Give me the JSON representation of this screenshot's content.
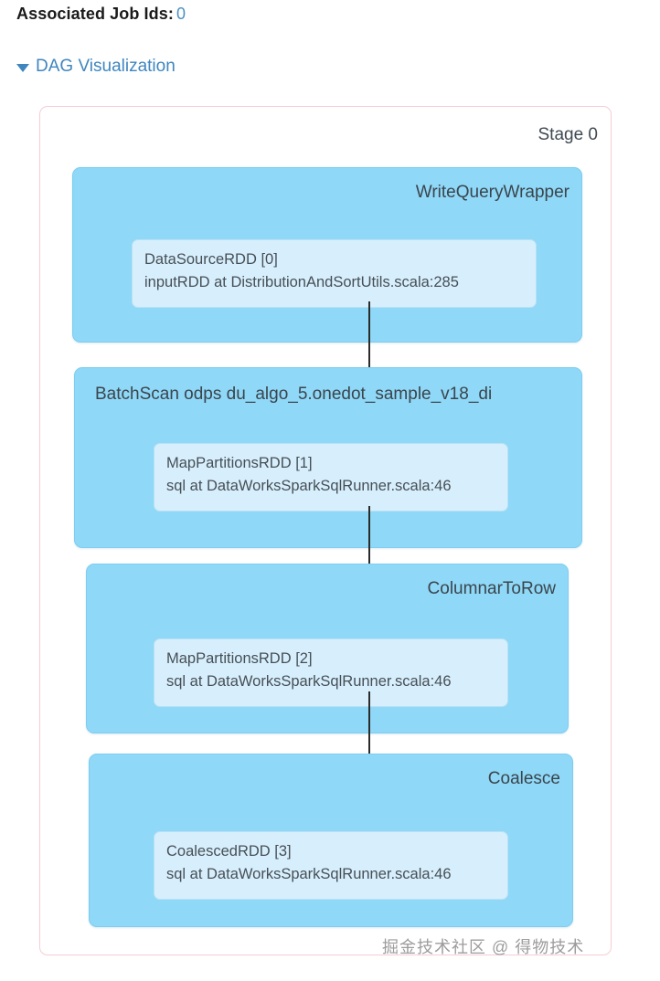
{
  "header": {
    "associated_label": "Associated Job Ids:",
    "associated_value": "0",
    "dag_toggle_label": "DAG Visualization",
    "caret_icon": "chevron-down-icon"
  },
  "stage": {
    "title": "Stage 0",
    "border_color": "#f6cdd4"
  },
  "colors": {
    "scope_fill": "#8fd8f7",
    "scope_border": "#7ecdf0",
    "rdd_fill": "#d7effc",
    "rdd_border": "#b9e1f5",
    "link_text": "#3f86bf",
    "arrow": "#111111"
  },
  "scopes": [
    {
      "title": "WriteQueryWrapper",
      "title_align": "right",
      "rdd": {
        "name": "DataSourceRDD [0]",
        "callsite": "inputRDD at DistributionAndSortUtils.scala:285"
      }
    },
    {
      "title": "BatchScan odps du_algo_5.onedot_sample_v18_di",
      "title_align": "left",
      "rdd": {
        "name": "MapPartitionsRDD [1]",
        "callsite": "sql at DataWorksSparkSqlRunner.scala:46"
      }
    },
    {
      "title": "ColumnarToRow",
      "title_align": "right",
      "rdd": {
        "name": "MapPartitionsRDD [2]",
        "callsite": "sql at DataWorksSparkSqlRunner.scala:46"
      }
    },
    {
      "title": "Coalesce",
      "title_align": "right",
      "rdd": {
        "name": "CoalescedRDD [3]",
        "callsite": "sql at DataWorksSparkSqlRunner.scala:46"
      }
    }
  ],
  "watermark": "掘金技术社区 @ 得物技术"
}
